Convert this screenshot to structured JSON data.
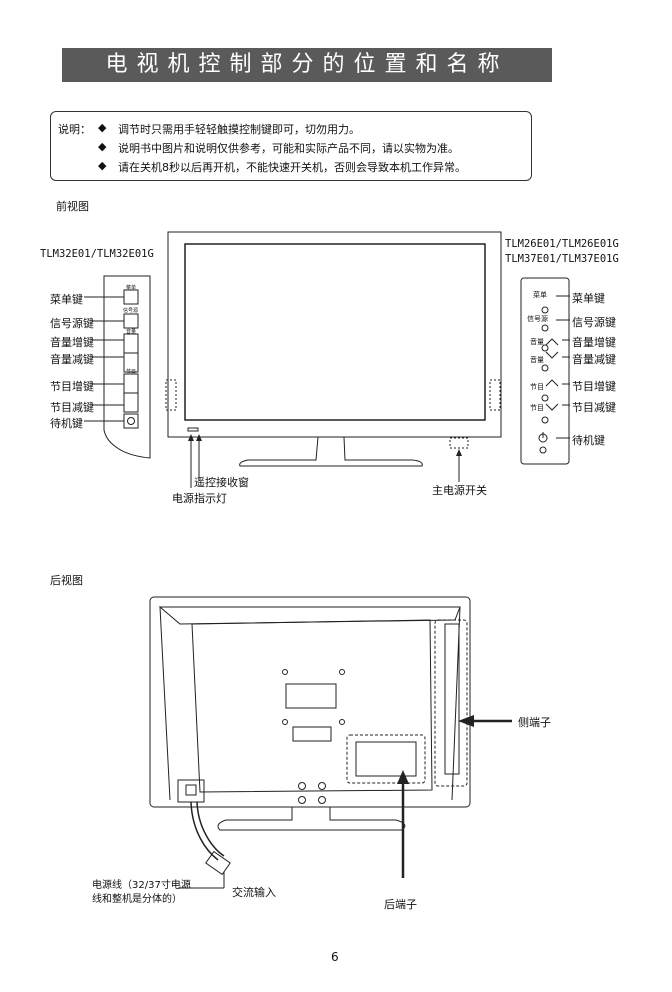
{
  "page_title": "电视机控制部分的位置和名称",
  "notes": {
    "prefix": "说明：",
    "bullet": "◆",
    "items": [
      "调节时只需用手轻轻触摸控制键即可，切勿用力。",
      "说明书中图片和说明仅供参考，可能和实际产品不同，请以实物为准。",
      "请在关机8秒以后再开机，不能快速开关机，否则会导致本机工作异常。"
    ]
  },
  "front_view": {
    "heading": "前视图",
    "left_model": "TLM32E01/TLM32E01G",
    "right_models": [
      "TLM26E01/TLM26E01G",
      "TLM37E01/TLM37E01G"
    ],
    "left_keys": [
      "菜单键",
      "信号源键",
      "音量增键",
      "音量减键",
      "节目增键",
      "节目减键",
      "待机键"
    ],
    "left_panel_tiny": [
      "菜单",
      "信号源",
      "音量",
      "节目"
    ],
    "right_keys": [
      "菜单键",
      "信号源键",
      "音量增键",
      "音量减键",
      "节目增键",
      "节目减键",
      "待机键"
    ],
    "right_panel_tiny": [
      "菜单",
      "信号源",
      "音量",
      "音量",
      "节目",
      "节目"
    ],
    "remote_window": "遥控接收窗",
    "power_indicator": "电源指示灯",
    "main_power_switch": "主电源开关"
  },
  "rear_view": {
    "heading": "后视图",
    "side_terminal": "侧端子",
    "rear_terminal": "后端子",
    "power_cord_line1": "电源线（32/37寸电源",
    "power_cord_line2": "线和整机是分体的）",
    "ac_input": "交流输入"
  },
  "page_number": "6"
}
